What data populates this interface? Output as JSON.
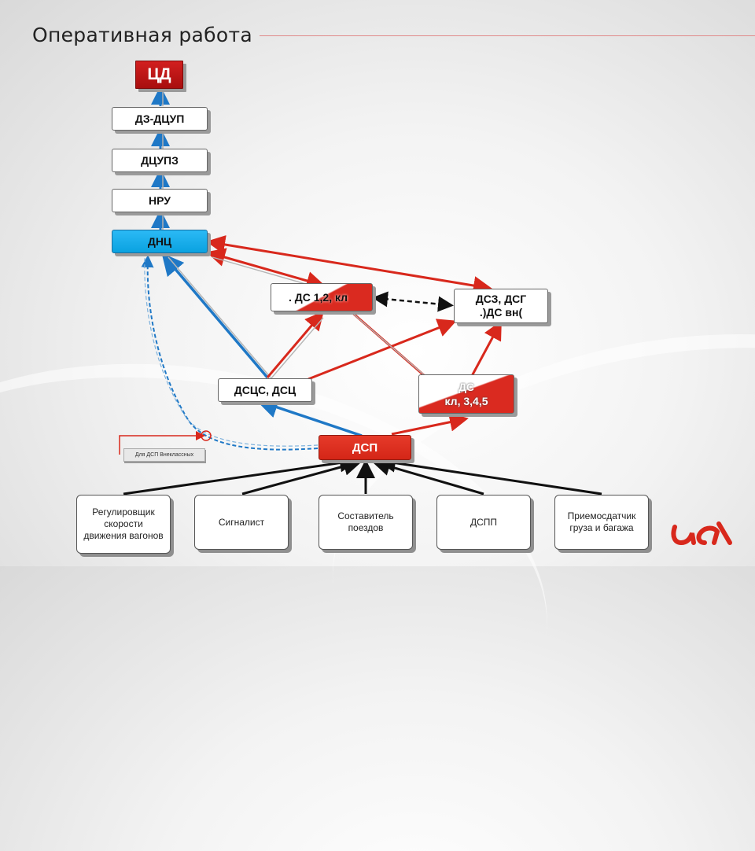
{
  "title": "Оперативная работа",
  "nodes": {
    "cd": "ЦД",
    "dz_dcup": "ДЗ-ДЦУП",
    "dcupz": "ДЦУПЗ",
    "nru": "НРУ",
    "dnc": "ДНЦ",
    "ds12": ". ДС 1,2, кл",
    "dsz_dsg_line1": "ДСЗ, ДСГ",
    "dsz_dsg_line2": ".)ДС вн(",
    "dscs": "ДСЦС, ДСЦ",
    "ds345_line1": "ДС",
    "ds345_line2": "кл, 3,4,5",
    "dsp": "ДСП"
  },
  "note": "Для ДСП Внеклассных",
  "workers": [
    "Регулировщик скорости движения вагонов",
    "Сигналист",
    "Составитель поездов",
    "ДСПП",
    "Приемосдатчик груза и багажа"
  ],
  "colors": {
    "accent_red": "#d8281c",
    "accent_blue": "#1f78c6",
    "highlight_blue": "#0aa2e0"
  },
  "logo_icon": "rzd-logo-icon"
}
